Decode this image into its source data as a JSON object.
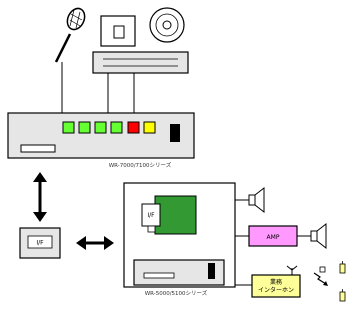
{
  "diagram": {
    "main_unit_label": "WR-7000/7100シリーズ",
    "sub_unit_label": "WR-5000/5100シリーズ",
    "if_box_label": "I/F",
    "card_label": "I/F",
    "amp_label": "AMP",
    "intercom_label_line1": "業務",
    "intercom_label_line2": "インターホン",
    "colors": {
      "panel": "#e6e6e6",
      "outline": "#000000",
      "led_green": "#66ff33",
      "led_red": "#ff0000",
      "led_yellow": "#ffff00",
      "card_green": "#339933",
      "amp_fill": "#ff99ff",
      "intercom_fill": "#ffff99"
    }
  }
}
